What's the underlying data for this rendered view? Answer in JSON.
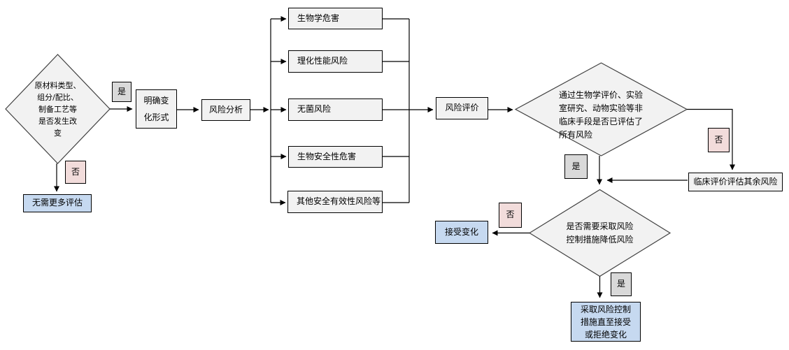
{
  "flowchart": {
    "nodes": {
      "change_decision": "原材料类型、\n组分/配比、\n制备工艺等\n是否发生改\n变",
      "clarify_change": "明确变\n化形式",
      "no_more_eval": "无需更多评估",
      "risk_analysis": "风险分析",
      "risk_bio_hazard": "生物学危害",
      "risk_physchem": "理化性能风险",
      "risk_sterility": "无菌风险",
      "risk_biosafety": "生物安全性危害",
      "risk_other": "其他安全有效性风险等",
      "risk_evaluation": "风险评价",
      "nonclinical_decision": "通过生物学评价、实验\n室研究、动物实验等非\n临床手段是否已评估了\n所有风险",
      "clinical_eval": "临床评价评估其余风险",
      "control_decision": "是否需要采取风险\n控制措施降低风险",
      "accept_change": "接受变化",
      "take_control": "采取风险控制\n措施直至接受\n或拒绝变化"
    },
    "labels": {
      "yes": "是",
      "no": "否"
    },
    "colors": {
      "box_fill": "#f2f2f2",
      "yes_fill": "#d9d9d9",
      "no_fill": "#f2dcdb",
      "result_fill": "#c6d9f0",
      "border": "#000000",
      "line": "#000000",
      "diamond_stroke": "#404040"
    }
  }
}
